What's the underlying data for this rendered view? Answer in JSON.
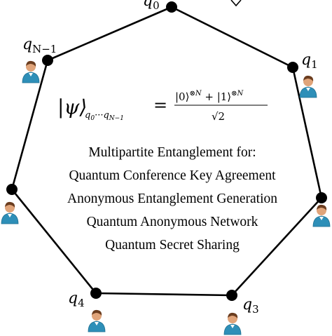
{
  "diagram": {
    "nodes": [
      {
        "id": "q0",
        "base": "q",
        "sub": "0",
        "has_user": false
      },
      {
        "id": "q1",
        "base": "q",
        "sub": "1",
        "has_user": true
      },
      {
        "id": "q2",
        "base": "",
        "sub": "",
        "has_user": true
      },
      {
        "id": "q3",
        "base": "q",
        "sub": "3",
        "has_user": true
      },
      {
        "id": "q4",
        "base": "q",
        "sub": "4",
        "has_user": true
      },
      {
        "id": "q5",
        "base": "",
        "sub": "",
        "has_user": true
      },
      {
        "id": "qN-1",
        "base": "q",
        "sub": "N−1",
        "has_user": true
      }
    ],
    "state": {
      "lhs": "|ψ⟩",
      "lhs_sub": "q₀···q_{N−1}",
      "equals": "=",
      "numerator": "|0⟩^⊗N + |1⟩^⊗N",
      "denominator": "√2"
    },
    "heading": "Multipartite Entanglement for:",
    "applications": [
      "Quantum Conference Key Agreement",
      "Anonymous Entanglement Generation",
      "Quantum Anonymous Network",
      "Quantum Secret Sharing"
    ],
    "colors": {
      "edge": "#000000",
      "node": "#000000",
      "user_shirt": "#2e8fb8",
      "user_skin": "#e0a47a",
      "user_hair": "#6b3d1f"
    }
  }
}
